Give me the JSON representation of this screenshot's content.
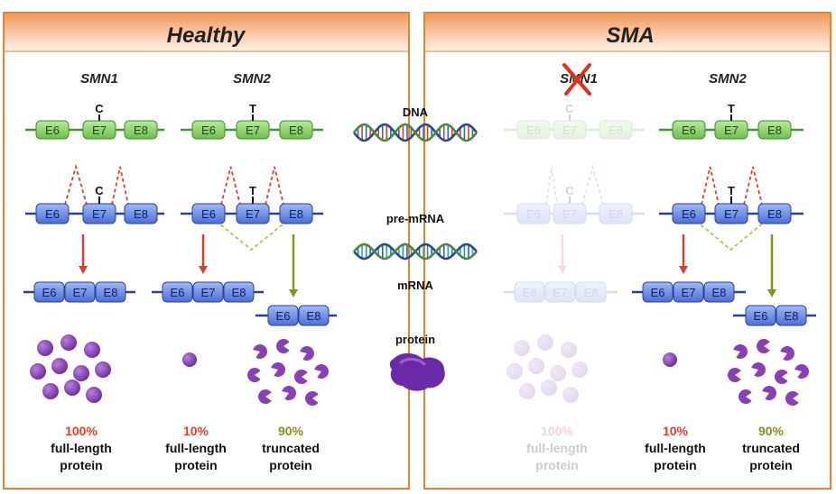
{
  "panels": {
    "healthy": {
      "title": "Healthy"
    },
    "sma": {
      "title": "SMA"
    }
  },
  "genes": {
    "healthy_smn1": "SMN1",
    "healthy_smn2": "SMN2",
    "sma_smn1": "SMN1",
    "sma_smn2": "SMN2"
  },
  "exons": {
    "e6": "E6",
    "e7": "E7",
    "e8": "E8"
  },
  "nucleotides": {
    "smn1": "C",
    "smn2": "T"
  },
  "center_labels": {
    "dna": "DNA",
    "pre_mrna": "pre-mRNA",
    "mrna": "mRNA",
    "protein": "protein"
  },
  "outcomes": {
    "full_pct": "100%",
    "low_pct": "10%",
    "trunc_pct": "90%",
    "full_length_1": "full-length",
    "full_length_2": "protein",
    "truncated_1": "truncated",
    "truncated_2": "protein"
  },
  "colors": {
    "panel_border": "#e8822f",
    "header_gradient_top": "#f4a366",
    "header_gradient_bottom": "#fdf0e6",
    "dna_line": "#3a9a2a",
    "dna_exon": "#8cd46e",
    "rna_line": "#2a3e9e",
    "rna_exon": "#6e93e6",
    "splice_red": "#e0402a",
    "splice_yellow": "#b5c23a",
    "arrow_red": "#d8402a",
    "arrow_olive": "#8a8f1e",
    "protein_purple": "#8a3fb6",
    "pct_red": "#e0402a",
    "pct_olive": "#8a8f1e",
    "cross_red": "#e0301a"
  },
  "icons": {
    "dna_helix": "dna-helix-icon",
    "rna_helix": "rna-helix-icon",
    "protein_blob": "protein-blob-icon",
    "deletion_cross": "cross-icon"
  }
}
